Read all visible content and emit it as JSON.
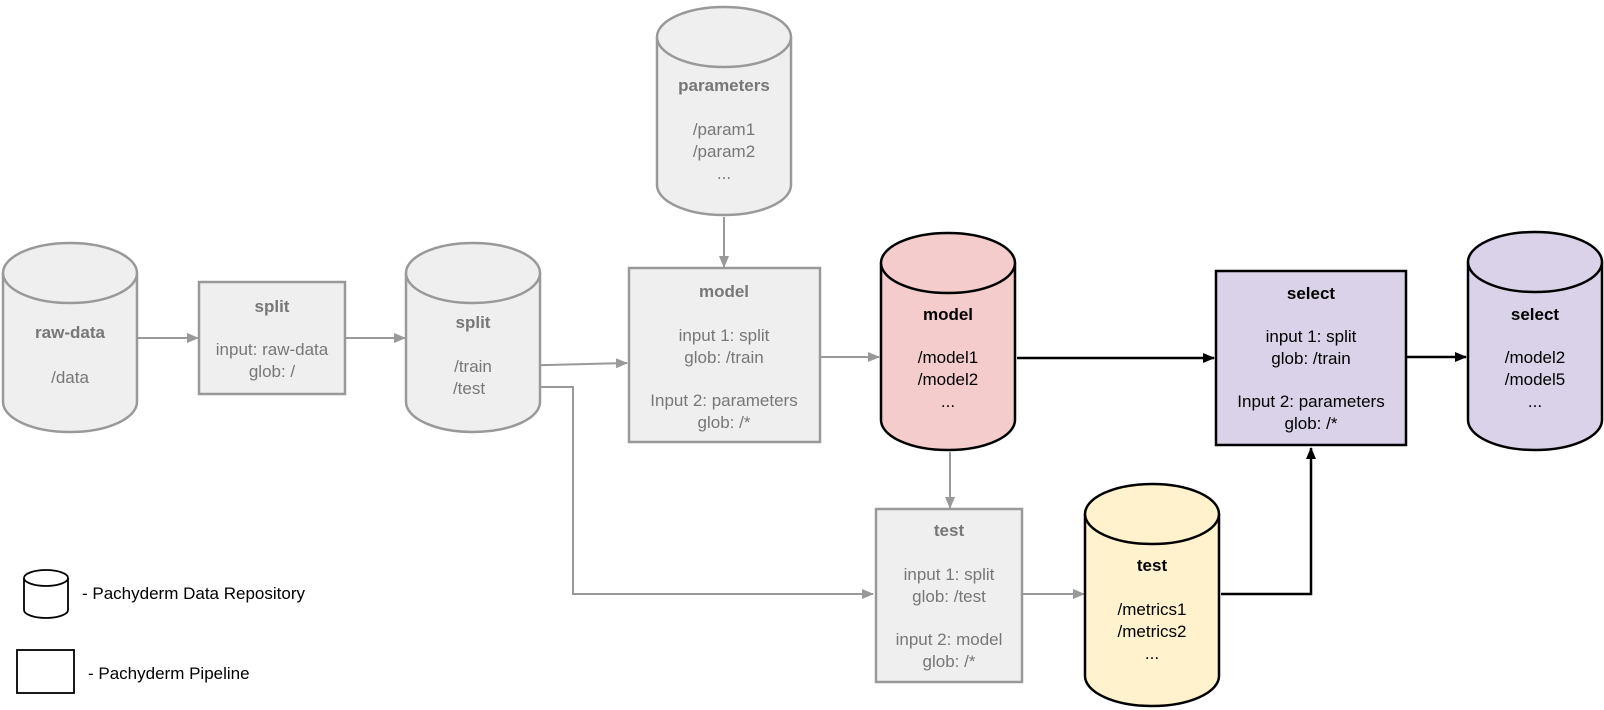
{
  "repos": {
    "raw_data": {
      "title": "raw-data",
      "lines": [
        "/data"
      ]
    },
    "split": {
      "title": "split",
      "lines": [
        "/train",
        "/test"
      ]
    },
    "parameters": {
      "title": "parameters",
      "lines": [
        "/param1",
        "/param2",
        "..."
      ]
    },
    "model": {
      "title": "model",
      "lines": [
        "/model1",
        "/model2",
        "..."
      ]
    },
    "test": {
      "title": "test",
      "lines": [
        "/metrics1",
        "/metrics2",
        "..."
      ]
    },
    "select": {
      "title": "select",
      "lines": [
        "/model2",
        "/model5",
        "..."
      ]
    }
  },
  "pipelines": {
    "split": {
      "title": "split",
      "lines": [
        "input: raw-data",
        "glob: /"
      ]
    },
    "model": {
      "title": "model",
      "lines": [
        "input 1: split",
        "glob: /train",
        "Input 2: parameters",
        "glob: /*"
      ]
    },
    "test": {
      "title": "test",
      "lines": [
        "input 1: split",
        "glob: /test",
        "input 2: model",
        "glob: /*"
      ]
    },
    "select": {
      "title": "select",
      "lines": [
        "input 1: split",
        "glob: /train",
        "Input 2: parameters",
        "glob: /*"
      ]
    }
  },
  "legend": {
    "repo": "- Pachyderm Data Repository",
    "pipeline": "- Pachyderm Pipeline"
  },
  "colors": {
    "inactive_fill": "#efefef",
    "inactive_stroke": "#999999",
    "model_fill": "#f4cccc",
    "test_fill": "#fff2cc",
    "select_fill": "#d9d2e9",
    "active_stroke": "#000000"
  }
}
